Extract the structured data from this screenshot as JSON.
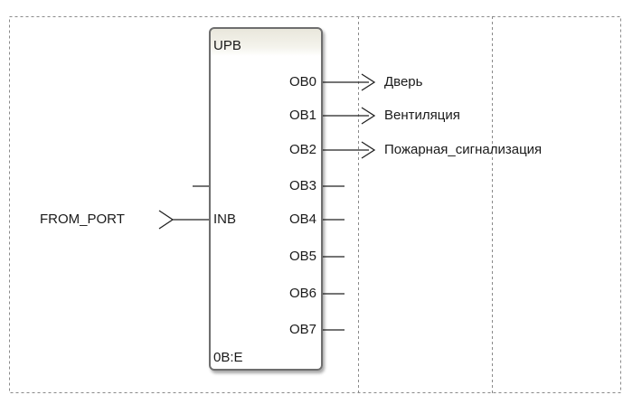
{
  "block": {
    "type": "UPB",
    "footer": "0B:E",
    "input_pin": "INB",
    "output_pins": [
      "OB0",
      "OB1",
      "OB2",
      "OB3",
      "OB4",
      "OB5",
      "OB6",
      "OB7"
    ]
  },
  "connections": {
    "input_signal": "FROM_PORT",
    "outputs": [
      {
        "pin": "OB0",
        "signal": "Дверь"
      },
      {
        "pin": "OB1",
        "signal": "Вентиляция"
      },
      {
        "pin": "OB2",
        "signal": "Пожарная_сигнализация"
      }
    ]
  },
  "colors": {
    "wire": "#222222",
    "grid_dash": "#8a8a8a",
    "block_border": "#6e6e6e",
    "block_header": "#e9e7dc"
  }
}
